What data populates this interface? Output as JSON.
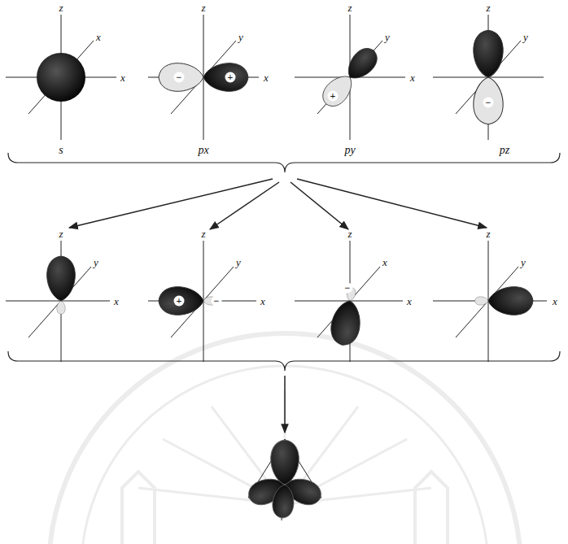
{
  "diagram": {
    "labels": [
      "z",
      "x",
      "x",
      "s",
      "z",
      "y",
      "x",
      "−",
      "+",
      "px",
      "z",
      "y",
      "x",
      "+",
      "py",
      "z",
      "y",
      "−",
      "pz",
      "z",
      "y",
      "x",
      "z",
      "y",
      "x",
      "+",
      "−",
      "z",
      "x",
      "x",
      "−",
      "z",
      "y",
      "x"
    ]
  }
}
